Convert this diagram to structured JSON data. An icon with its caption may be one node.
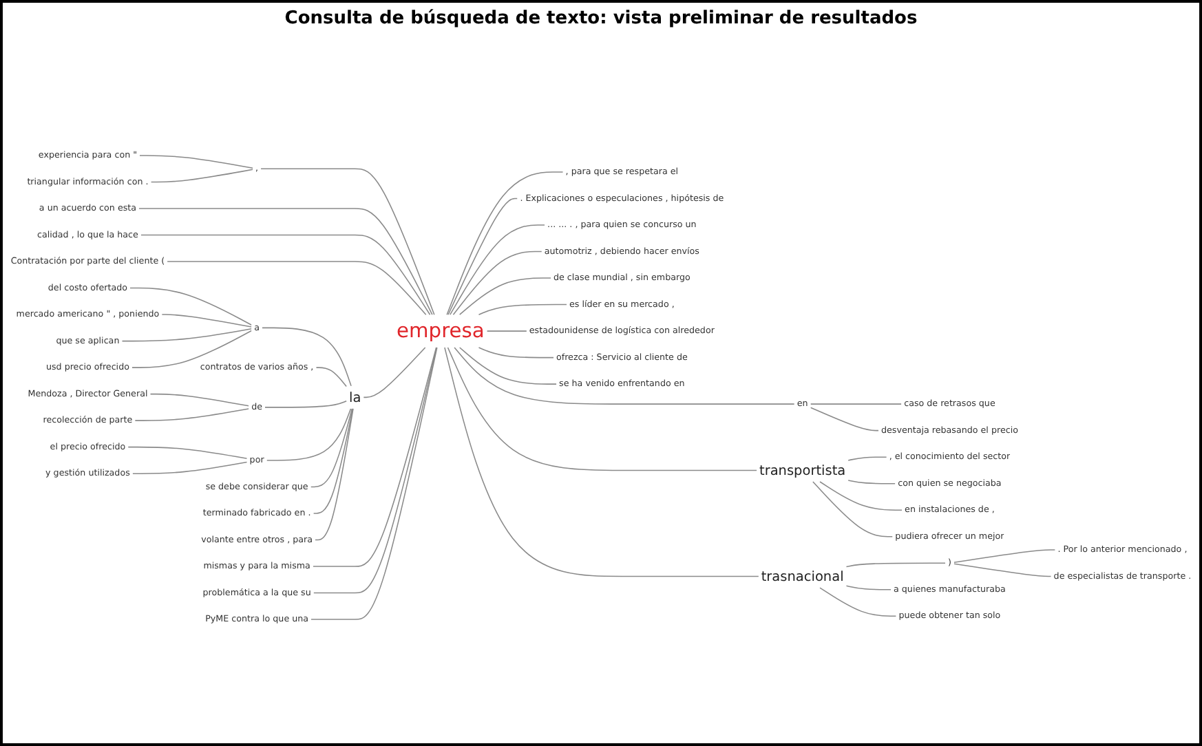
{
  "diagram": {
    "title": "Consulta de búsqueda de texto: vista preliminar de resultados",
    "nodes": [
      {
        "text": [
          "experiencia para con \""
        ]
      },
      {
        "text": [
          "triangular información con ."
        ]
      },
      {
        "text": [
          ","
        ]
      },
      {
        "text": [
          "a un acuerdo con esta"
        ]
      },
      {
        "text": [
          "calidad , lo que la hace"
        ]
      },
      {
        "text": [
          "Contratación por parte del cliente ("
        ]
      },
      {
        "text": [
          "del costo ofertado"
        ]
      },
      {
        "text": [
          "mercado americano \" , poniendo"
        ]
      },
      {
        "text": [
          "que se aplican"
        ]
      },
      {
        "text": [
          "usd precio ofrecido"
        ]
      },
      {
        "text": [
          "a"
        ]
      },
      {
        "text": [
          "contratos de varios años ,"
        ]
      },
      {
        "text": [
          "Mendoza , Director General"
        ]
      },
      {
        "text": [
          "recolección de parte"
        ]
      },
      {
        "text": [
          "de"
        ]
      },
      {
        "text": [
          "la"
        ]
      },
      {
        "text": [
          "el precio ofrecido"
        ]
      },
      {
        "text": [
          "y gestión utilizados"
        ]
      },
      {
        "text": [
          "por"
        ]
      },
      {
        "text": [
          "se debe considerar que"
        ]
      },
      {
        "text": [
          "terminado fabricado en ."
        ]
      },
      {
        "text": [
          "volante entre otros , para"
        ]
      },
      {
        "text": [
          "mismas y para la misma"
        ]
      },
      {
        "text": [
          "problemática a la que su"
        ]
      },
      {
        "text": [
          "PyME contra lo que una"
        ]
      },
      {
        "text": [
          "empresa"
        ]
      },
      {
        "text": [
          ", para que se respetara el"
        ]
      },
      {
        "text": [
          ". Explicaciones o especulaciones , hipótesis de"
        ]
      },
      {
        "text": [
          "... ... . , para quien se concurso un"
        ]
      },
      {
        "text": [
          "automotriz , debiendo hacer envíos"
        ]
      },
      {
        "text": [
          "de clase mundial , sin embargo"
        ]
      },
      {
        "text": [
          "en"
        ]
      },
      {
        "text": [
          "caso de retrasos que"
        ]
      },
      {
        "text": [
          "desventaja rebasando el precio"
        ]
      },
      {
        "text": [
          "es líder en su mercado ,"
        ]
      },
      {
        "text": [
          "estadounidense de logística con alrededor"
        ]
      },
      {
        "text": [
          "ofrezca : Servicio al cliente de"
        ]
      },
      {
        "text": [
          "se ha venido enfrentando en"
        ]
      },
      {
        "text": [
          "transportista"
        ]
      },
      {
        "text": [
          ", el conocimiento del sector"
        ]
      },
      {
        "text": [
          "con quien se negociaba"
        ]
      },
      {
        "text": [
          "en instalaciones de ,"
        ]
      },
      {
        "text": [
          "pudiera ofrecer un mejor"
        ]
      },
      {
        "text": [
          "trasnacional"
        ]
      },
      {
        "text": [
          ")"
        ]
      },
      {
        "text": [
          ". Por lo anterior mencionado ,"
        ]
      },
      {
        "text": [
          "de especialistas de transporte ."
        ]
      },
      {
        "text": [
          "a quienes manufacturaba"
        ]
      },
      {
        "text": [
          "puede obtener tan solo"
        ]
      }
    ],
    "edges": [
      {
        "from": 0,
        "to": 2,
        "arrow": "none"
      },
      {
        "from": 1,
        "to": 2,
        "arrow": "none"
      },
      {
        "from": 2,
        "to": 25,
        "arrow": "none"
      },
      {
        "from": 3,
        "to": 25,
        "arrow": "none"
      },
      {
        "from": 4,
        "to": 25,
        "arrow": "none"
      },
      {
        "from": 5,
        "to": 25,
        "arrow": "none"
      },
      {
        "from": 6,
        "to": 10,
        "arrow": "none"
      },
      {
        "from": 7,
        "to": 10,
        "arrow": "none"
      },
      {
        "from": 8,
        "to": 10,
        "arrow": "none"
      },
      {
        "from": 9,
        "to": 10,
        "arrow": "none"
      },
      {
        "from": 10,
        "to": 15,
        "arrow": "none"
      },
      {
        "from": 11,
        "to": 15,
        "arrow": "none"
      },
      {
        "from": 12,
        "to": 14,
        "arrow": "none"
      },
      {
        "from": 13,
        "to": 14,
        "arrow": "none"
      },
      {
        "from": 14,
        "to": 15,
        "arrow": "none"
      },
      {
        "from": 16,
        "to": 18,
        "arrow": "none"
      },
      {
        "from": 17,
        "to": 18,
        "arrow": "none"
      },
      {
        "from": 18,
        "to": 15,
        "arrow": "none"
      },
      {
        "from": 19,
        "to": 15,
        "arrow": "none"
      },
      {
        "from": 20,
        "to": 15,
        "arrow": "none"
      },
      {
        "from": 21,
        "to": 15,
        "arrow": "none"
      },
      {
        "from": 15,
        "to": 25,
        "arrow": "none"
      },
      {
        "from": 22,
        "to": 25,
        "arrow": "none"
      },
      {
        "from": 23,
        "to": 25,
        "arrow": "none"
      },
      {
        "from": 24,
        "to": 25,
        "arrow": "none"
      },
      {
        "from": 25,
        "to": 26,
        "arrow": "none"
      },
      {
        "from": 25,
        "to": 27,
        "arrow": "none"
      },
      {
        "from": 25,
        "to": 28,
        "arrow": "none"
      },
      {
        "from": 25,
        "to": 29,
        "arrow": "none"
      },
      {
        "from": 25,
        "to": 30,
        "arrow": "none"
      },
      {
        "from": 25,
        "to": 31,
        "arrow": "none"
      },
      {
        "from": 31,
        "to": 32,
        "arrow": "none"
      },
      {
        "from": 31,
        "to": 33,
        "arrow": "none"
      },
      {
        "from": 25,
        "to": 34,
        "arrow": "none"
      },
      {
        "from": 25,
        "to": 35,
        "arrow": "none"
      },
      {
        "from": 25,
        "to": 36,
        "arrow": "none"
      },
      {
        "from": 25,
        "to": 37,
        "arrow": "none"
      },
      {
        "from": 25,
        "to": 38,
        "arrow": "none"
      },
      {
        "from": 38,
        "to": 39,
        "arrow": "none"
      },
      {
        "from": 38,
        "to": 40,
        "arrow": "none"
      },
      {
        "from": 38,
        "to": 41,
        "arrow": "none"
      },
      {
        "from": 38,
        "to": 42,
        "arrow": "none"
      },
      {
        "from": 25,
        "to": 43,
        "arrow": "none"
      },
      {
        "from": 43,
        "to": 44,
        "arrow": "none"
      },
      {
        "from": 44,
        "to": 45,
        "arrow": "none"
      },
      {
        "from": 44,
        "to": 46,
        "arrow": "none"
      },
      {
        "from": 43,
        "to": 47,
        "arrow": "none"
      },
      {
        "from": 43,
        "to": 48,
        "arrow": "none"
      }
    ]
  }
}
